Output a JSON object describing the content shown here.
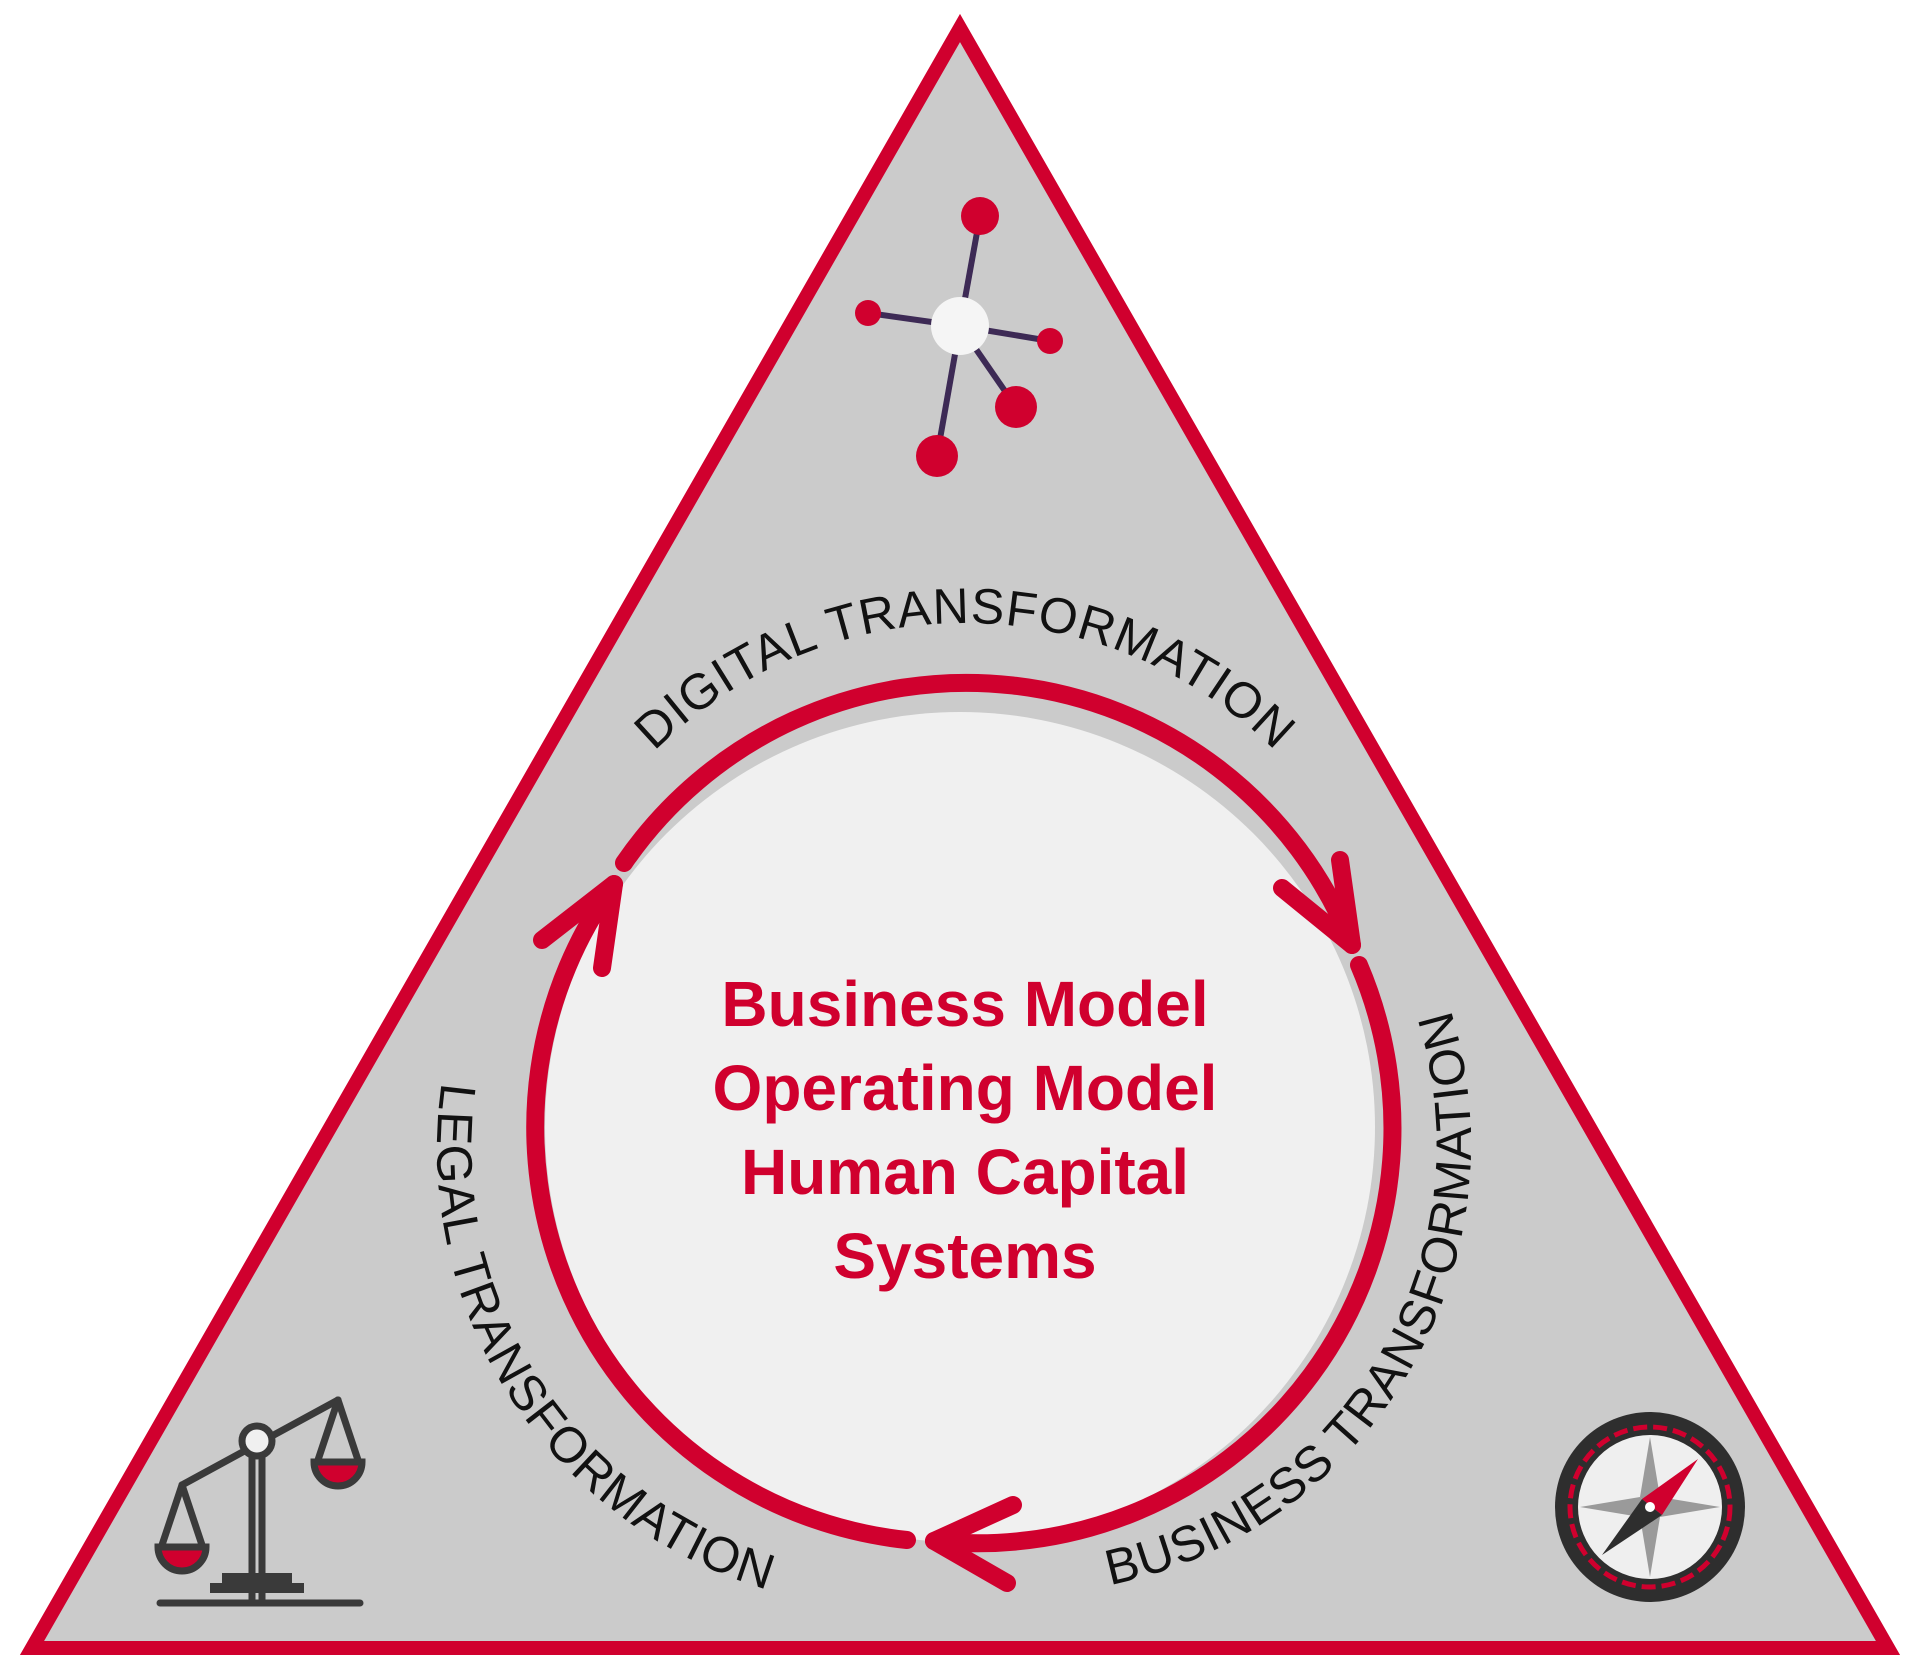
{
  "diagram": {
    "labels": {
      "digital": "DIGITAL TRANSFORMATION",
      "business": "BUSINESS TRANSFORMATION",
      "legal": "LEGAL TRANSFORMATION"
    },
    "center_lines": [
      "Business Model",
      "Operating Model",
      "Human Capital",
      "Systems"
    ],
    "icons": {
      "top": "network-nodes-icon",
      "bottom_left": "scales-of-justice-icon",
      "bottom_right": "compass-icon"
    },
    "colors": {
      "accent": "#D0002E",
      "triangle_fill": "#CBCBCB",
      "circle_fill": "#F0F0F0",
      "dark": "#3A3A3A",
      "network_lines": "#3D2A55"
    }
  }
}
